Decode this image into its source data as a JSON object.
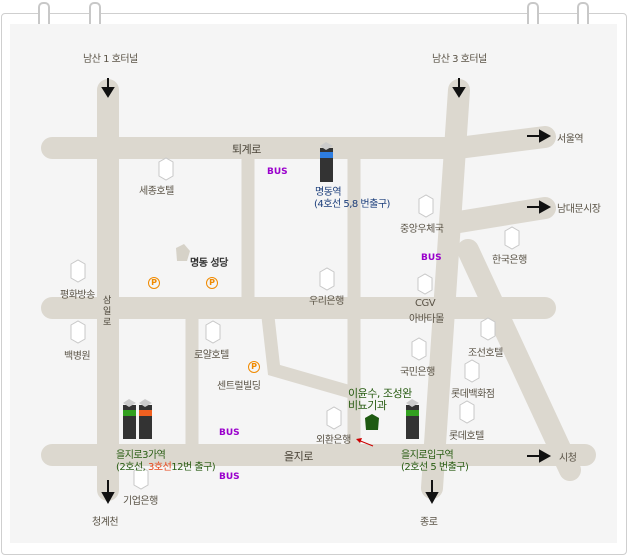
{
  "map": {
    "roads": {
      "top": "퇴계로",
      "bottom": "을지로",
      "left": "삼일로"
    },
    "directions": {
      "nw": "남산 1 호터널",
      "ne": "남산 3 호터널",
      "seoul_station": "서울역",
      "namdaemun": "남대문시장",
      "city_hall": "시청",
      "cheonggyecheon": "청계천",
      "jongno": "종로"
    },
    "landmarks": {
      "sejong_hotel": "세종호텔",
      "myeongdong_cathedral": "명동  성당",
      "pyeonghwa": "평화방송",
      "baek_hospital": "백병원",
      "royal_hotel": "로얄호텔",
      "central_bldg": "센트럴빌딩",
      "woori_bank": "우리은행",
      "post_office": "중앙우체국",
      "bank_of_korea": "한국은행",
      "cgv": "CGV",
      "avatar_mall": "아바타몰",
      "kookmin_bank": "국민은행",
      "chosun_hotel": "조선호텔",
      "lotte_dept": "롯데백화점",
      "lotte_hotel": "롯데호텔",
      "keb": "외환은행",
      "ibk": "기업은행"
    },
    "clinic": {
      "line1": "이윤수, 조성완",
      "line2": "비뇨기과"
    },
    "stations": {
      "myeongdong": {
        "name": "명동역",
        "exit": "(4호선 5,8 번출구)"
      },
      "euljiro3": {
        "name": "을지로3가역",
        "exit_a": "(2호선, ",
        "exit_b": "3호선",
        "exit_c": "12번 출구)"
      },
      "euljiro1": {
        "name": "을지로입구역",
        "exit": "(2호선 5 번출구)"
      }
    },
    "bus_label": "BUS",
    "parking_label": "P",
    "colors": {
      "road": "#dcd8cf",
      "station_blue": "#2e7de0",
      "line2": "#33a020",
      "line3": "#f06020",
      "clinic": "#1e5a12"
    }
  }
}
